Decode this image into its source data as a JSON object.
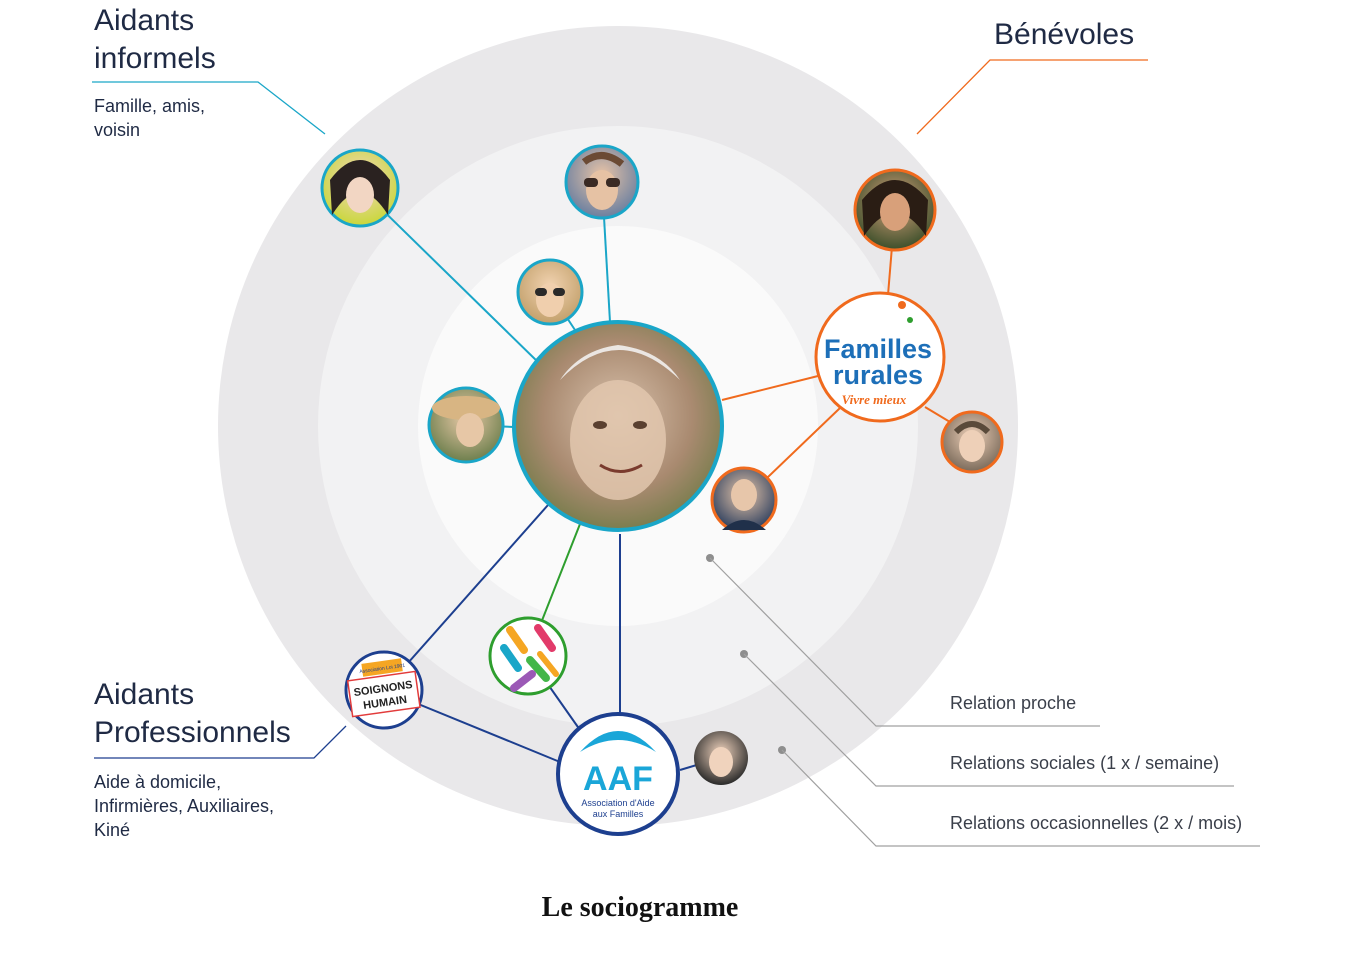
{
  "groups": {
    "informal": {
      "title_line1": "Aidants",
      "title_line2": "informels",
      "subtitle_line1": "Famille, amis,",
      "subtitle_line2": "voisin"
    },
    "volunteers": {
      "title": "Bénévoles"
    },
    "professionals": {
      "title_line1": "Aidants",
      "title_line2": "Professionnels",
      "subtitle_line1": "Aide à domicile,",
      "subtitle_line2": "Infirmières, Auxiliaires,",
      "subtitle_line3": "Kiné"
    }
  },
  "legend": {
    "close": "Relation proche",
    "social": "Relations sociales (1 x / semaine)",
    "occasional": "Relations occasionnelles (2 x / mois)"
  },
  "logos": {
    "familles_rurales": {
      "line1": "Familles",
      "line2": "rurales",
      "tagline": "Vivre mieux"
    },
    "soignons_humain": {
      "badge": "Association Loi 1901",
      "line1": "SOIGNONS",
      "line2": "HUMAIN"
    },
    "aaf": {
      "acronym": "AAF",
      "line1": "Association d'Aide",
      "line2": "aux Familles"
    }
  },
  "caption": "Le sociogramme",
  "colors": {
    "informal": "#1aa6c8",
    "volunteers": "#f06a1d",
    "professionals": "#1d3f8f",
    "green": "#2e9e2e",
    "ring_outer": "#e9e8ea",
    "ring_middle": "#f2f2f3",
    "ring_inner": "#fafafa"
  }
}
